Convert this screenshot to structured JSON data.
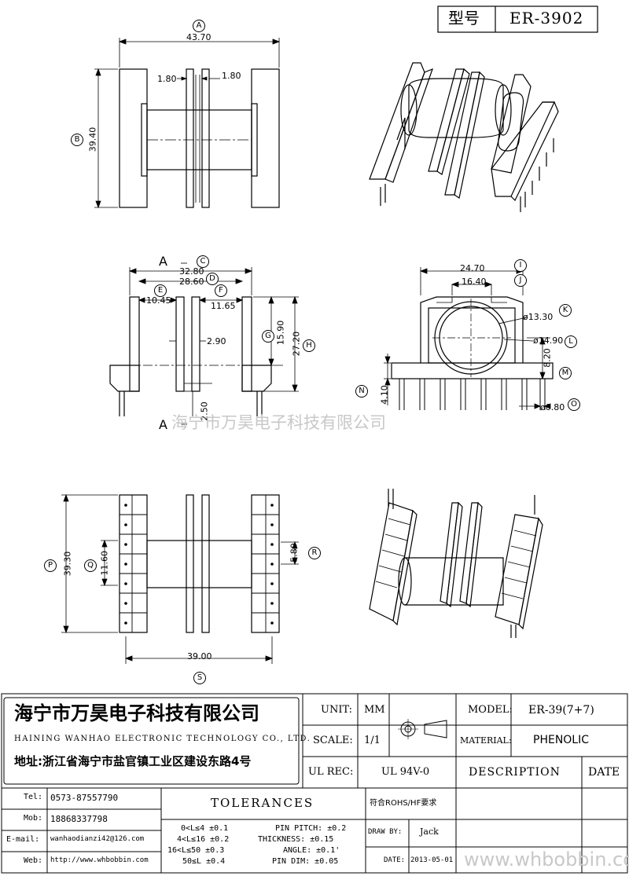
{
  "header": {
    "type_label": "型号",
    "model_code": "ER-3902"
  },
  "dims": {
    "A_width": "43.70",
    "B_height": "39.40",
    "flange_left": "1.80",
    "flange_right": "1.80",
    "C": "32.80",
    "D": "28.60",
    "E": "10.45",
    "F": "11.65",
    "slot": "2.90",
    "G": "15.90",
    "H": "27.20",
    "gap": "2.50",
    "section_label": "A",
    "I": "24.70",
    "J": "16.40",
    "K": "ø13.30",
    "L": "ø14.90",
    "M": "8.20",
    "N": "4.10",
    "O": "ø0.80",
    "P": "39.30",
    "Q": "11.60",
    "R": "5.80",
    "S": "39.00"
  },
  "markers": {
    "A": "A",
    "B": "B",
    "C": "C",
    "D": "D",
    "E": "E",
    "F": "F",
    "G": "G",
    "H": "H",
    "I": "I",
    "J": "J",
    "K": "K",
    "L": "L",
    "M": "M",
    "N": "N",
    "O": "O",
    "P": "P",
    "Q": "Q",
    "R": "R",
    "S": "S"
  },
  "watermark": {
    "center": "海宁市万昊电子科技有限公司",
    "corner": "www.whbobbin.com"
  },
  "company": {
    "name_cn": "海宁市万昊电子科技有限公司",
    "name_en": "HAINING WANHAO ELECTRONIC TECHNOLOGY CO., LTD.",
    "address": "地址:浙江省海宁市盐官镇工业区建设东路4号"
  },
  "contact": {
    "tel_label": "Tel:",
    "tel": "0573-87557790",
    "mob_label": "Mob:",
    "mob": "18868337798",
    "email_label": "E-mail:",
    "email": "wanhaodianzi42@126.com",
    "web_label": "Web:",
    "web": "http://www.whbobbin.com"
  },
  "spec": {
    "unit_label": "UNIT:",
    "unit": "MM",
    "scale_label": "SCALE:",
    "scale": "1/1",
    "ul_label": "UL REC:",
    "ul": "UL 94V-0",
    "model_label": "MODEL:",
    "model": "ER-39(7+7)",
    "material_label": "MATERIAL:",
    "material": "PHENOLIC",
    "description_label": "DESCRIPTION",
    "date_col_label": "DATE",
    "rohs": "符合ROHS/HF要求",
    "draw_by_label": "DRAW BY:",
    "draw_by": "Jack",
    "date_label": "DATE:",
    "date": "2013-05-01"
  },
  "tolerances": {
    "title": "TOLERANCES",
    "rows": [
      "0<L≤4 ±0.1",
      "4<L≤16 ±0.2",
      "16<L≤50 ±0.3",
      "50≤L ±0.4"
    ],
    "pins": [
      "PIN PITCH: ±0.2",
      "THICKNESS: ±0.15",
      "ANGLE: ±0.1'",
      "PIN DIM: ±0.05"
    ]
  }
}
